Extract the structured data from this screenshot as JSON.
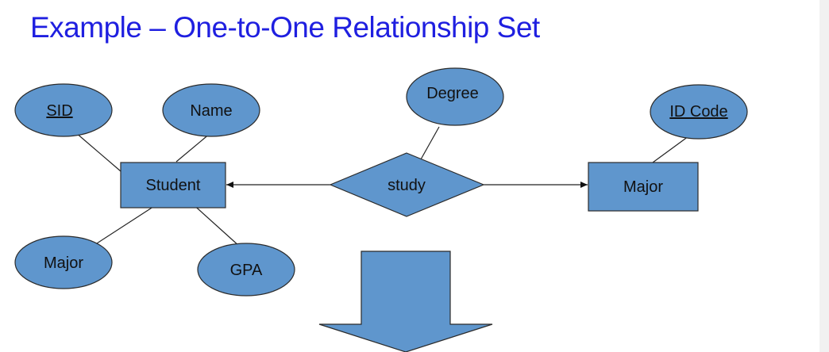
{
  "slide": {
    "title": "Example – One-to-One Relationship Set"
  },
  "diagram": {
    "entities": {
      "student": "Student",
      "major": "Major"
    },
    "relationship": "study",
    "attributes": {
      "sid": "SID",
      "name": "Name",
      "student_major": "Major",
      "gpa": "GPA",
      "degree": "Degree",
      "id_code": "ID Code"
    },
    "key_attributes": [
      "SID",
      "ID Code"
    ],
    "colors": {
      "shape_fill": "#5f96cd",
      "title": "#1f1fe0"
    }
  }
}
